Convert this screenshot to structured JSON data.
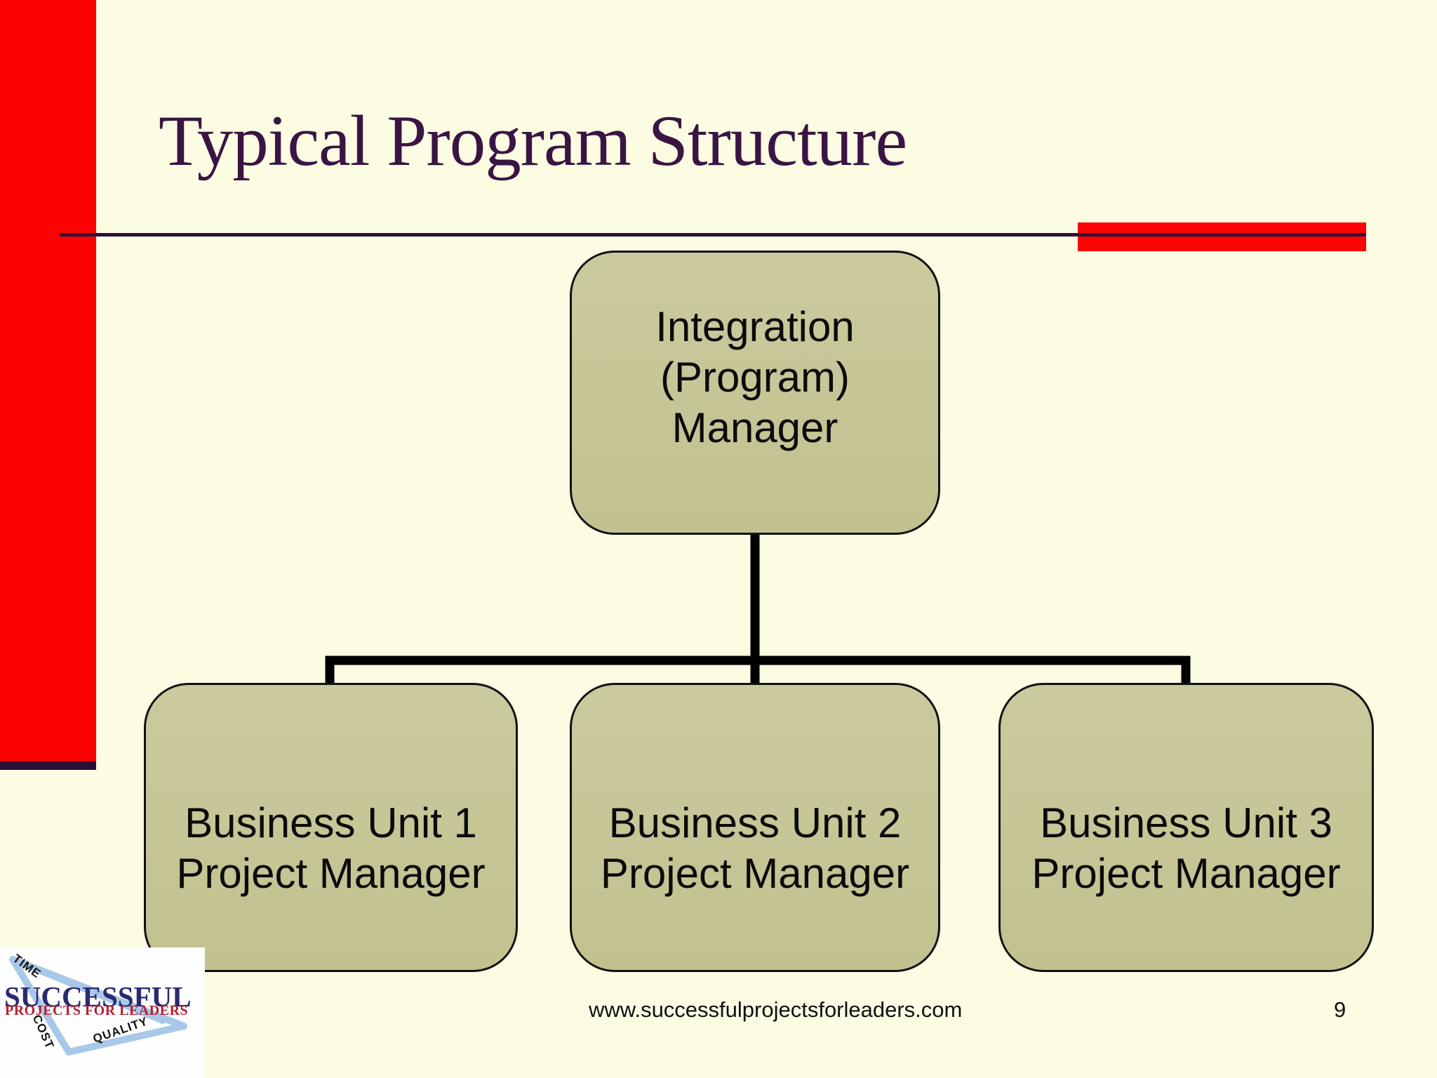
{
  "slide": {
    "title": "Typical Program Structure",
    "footer_url": "www.successfulprojectsforleaders.com",
    "page_number": "9"
  },
  "org_chart": {
    "root": {
      "line1": "Integration",
      "line2": "(Program) Manager"
    },
    "nodes": [
      {
        "line1": "Business Unit 1",
        "line2": "Project Manager"
      },
      {
        "line1": "Business Unit 2",
        "line2": "Project Manager"
      },
      {
        "line1": "Business Unit 3",
        "line2": "Project Manager"
      }
    ]
  },
  "logo": {
    "name": "SUCCESSFUL",
    "tagline": "PROJECTS FOR LEADERS",
    "badges": [
      "TIME",
      "COST",
      "QUALITY"
    ]
  },
  "colors": {
    "background_cream": "#FCFCE3",
    "accent_red": "#FB0303",
    "title_purple": "#3A1543",
    "rule_purple": "#2F1139",
    "left_bar_base_strip": "#2A0E35",
    "node_fill_khaki": "#C6C596",
    "node_border": "#121212",
    "connector_black": "#000000",
    "logo_navy": "#2B2971",
    "logo_red": "#B12132",
    "logo_ribbon_blue": "#A8C8E9"
  }
}
